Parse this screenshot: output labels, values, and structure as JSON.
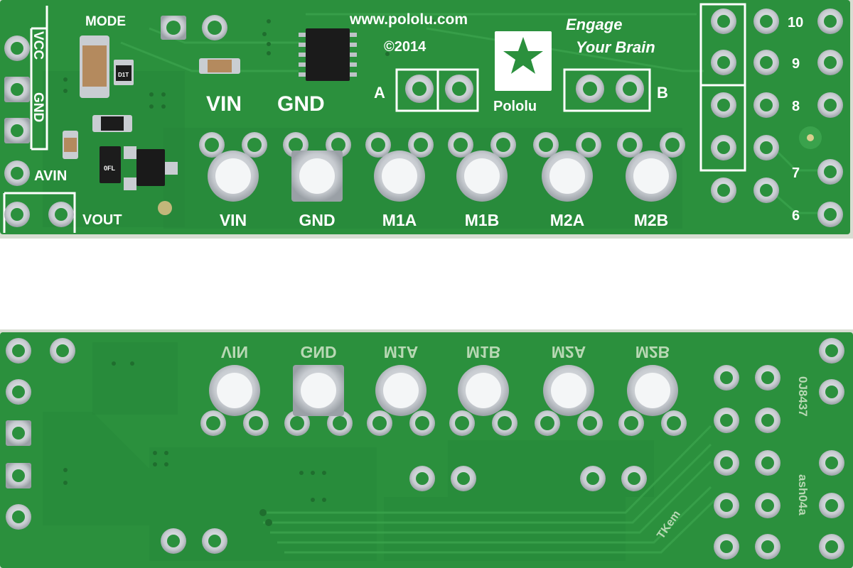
{
  "colors": {
    "board": "#2a8f3c",
    "board_dark": "#22792f",
    "board_edge": "#d6dccf",
    "pad": "#c9cdd2",
    "pad_shadow": "#8d9299",
    "silk": "#ffffff",
    "ic": "#1a1a1a",
    "cap": "#b48a5e",
    "background": "#ffffff"
  },
  "front": {
    "url": "www.pololu.com",
    "year": "©2014",
    "tagline_1": "Engage",
    "tagline_2": "Your Brain",
    "brand": "Pololu",
    "mode": "MODE",
    "vin_small": "VIN",
    "gnd_small": "GND",
    "encoder_a": "A",
    "encoder_b": "B",
    "left_labels": {
      "vcc": "VCC",
      "gnd": "GND",
      "avin": "AVIN",
      "vout": "VOUT"
    },
    "terminals": [
      "VIN",
      "GND",
      "M1A",
      "M1B",
      "M2A",
      "M2B"
    ],
    "pin_numbers": [
      "10",
      "9",
      "8",
      "7",
      "6"
    ],
    "parts": {
      "diode": "D1T",
      "regulator": "0FL"
    }
  },
  "back": {
    "terminals": [
      "VIN",
      "GND",
      "M1A",
      "M1B",
      "M2A",
      "M2B"
    ],
    "code_1": "0J8437",
    "code_2": "ash04a",
    "initials": "TKem"
  }
}
